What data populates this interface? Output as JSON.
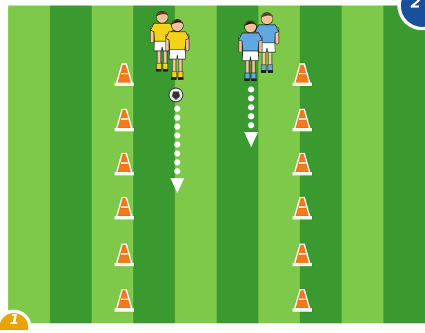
{
  "pitch": {
    "colors": {
      "stripe_dark": "#3a9a2f",
      "stripe_light": "#7ec84a",
      "border": "#ffffff"
    },
    "stripe_count": 10
  },
  "cone_columns": [
    {
      "side": "left",
      "count": 6
    },
    {
      "side": "right",
      "count": 6
    }
  ],
  "teams": [
    {
      "name": "yellow-team",
      "shirt_color": "#f5d21a",
      "shorts_color": "#ffffff",
      "players": 2,
      "has_ball": true
    },
    {
      "name": "blue-team",
      "shirt_color": "#5fa8e0",
      "shorts_color": "#ffffff",
      "players": 2,
      "has_ball": false
    }
  ],
  "movement_arrows": [
    {
      "team": "yellow-team",
      "dots": 8,
      "direction": "down"
    },
    {
      "team": "blue-team",
      "dots": 5,
      "direction": "down"
    }
  ],
  "badges": {
    "top_right": {
      "label": "2",
      "color": "#1a4f9c"
    },
    "bottom_left": {
      "label": "1",
      "color": "#e8a400"
    }
  },
  "cone_color": "#f07a1e"
}
